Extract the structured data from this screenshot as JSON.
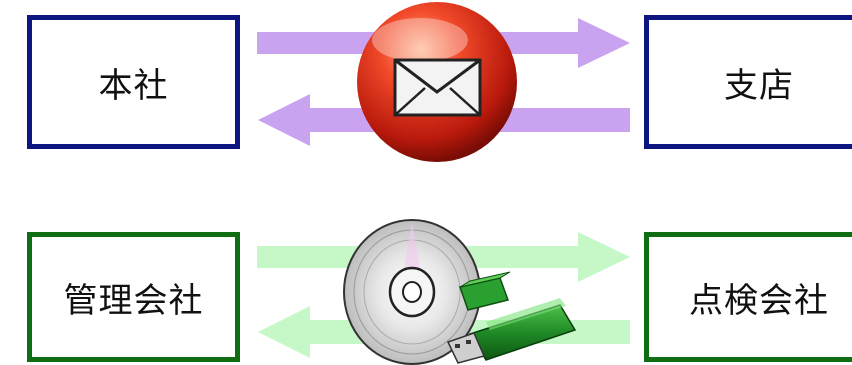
{
  "top_row": {
    "left_box": "本社",
    "right_box": "支店",
    "medium_icon": "mail-envelope-icon",
    "border_color": "#0d1580",
    "arrow_color": "#c9a2f0"
  },
  "bottom_row": {
    "left_box": "管理会社",
    "right_box": "点検会社",
    "medium_icons": [
      "cd-disc-icon",
      "usb-flash-drive-icon"
    ],
    "border_color": "#0f6e12",
    "arrow_color": "#c6f7c6"
  }
}
